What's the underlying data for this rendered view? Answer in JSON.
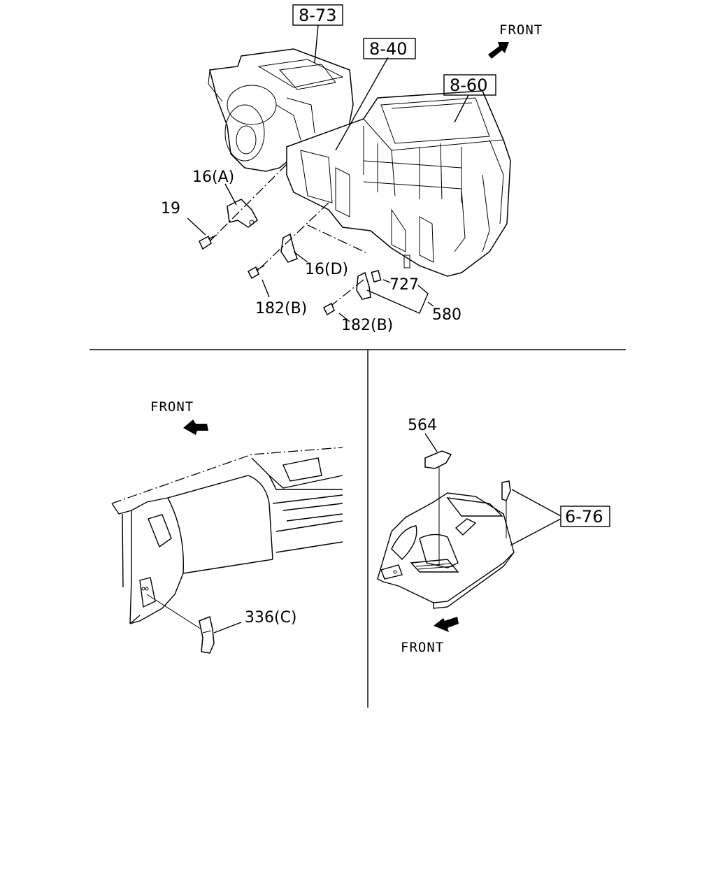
{
  "direction": {
    "front_top": "FRONT",
    "front_left": "FRONT",
    "front_right": "FRONT"
  },
  "refs": {
    "r873": "8-73",
    "r840": "8-40",
    "r860": "8-60",
    "r676": "6-76"
  },
  "parts": {
    "p16a": "16(A)",
    "p19": "19",
    "p16d": "16(D)",
    "p182b_1": "182(B)",
    "p727": "727",
    "p580": "580",
    "p182b_2": "182(B)",
    "p336c": "336(C)",
    "p564": "564"
  }
}
